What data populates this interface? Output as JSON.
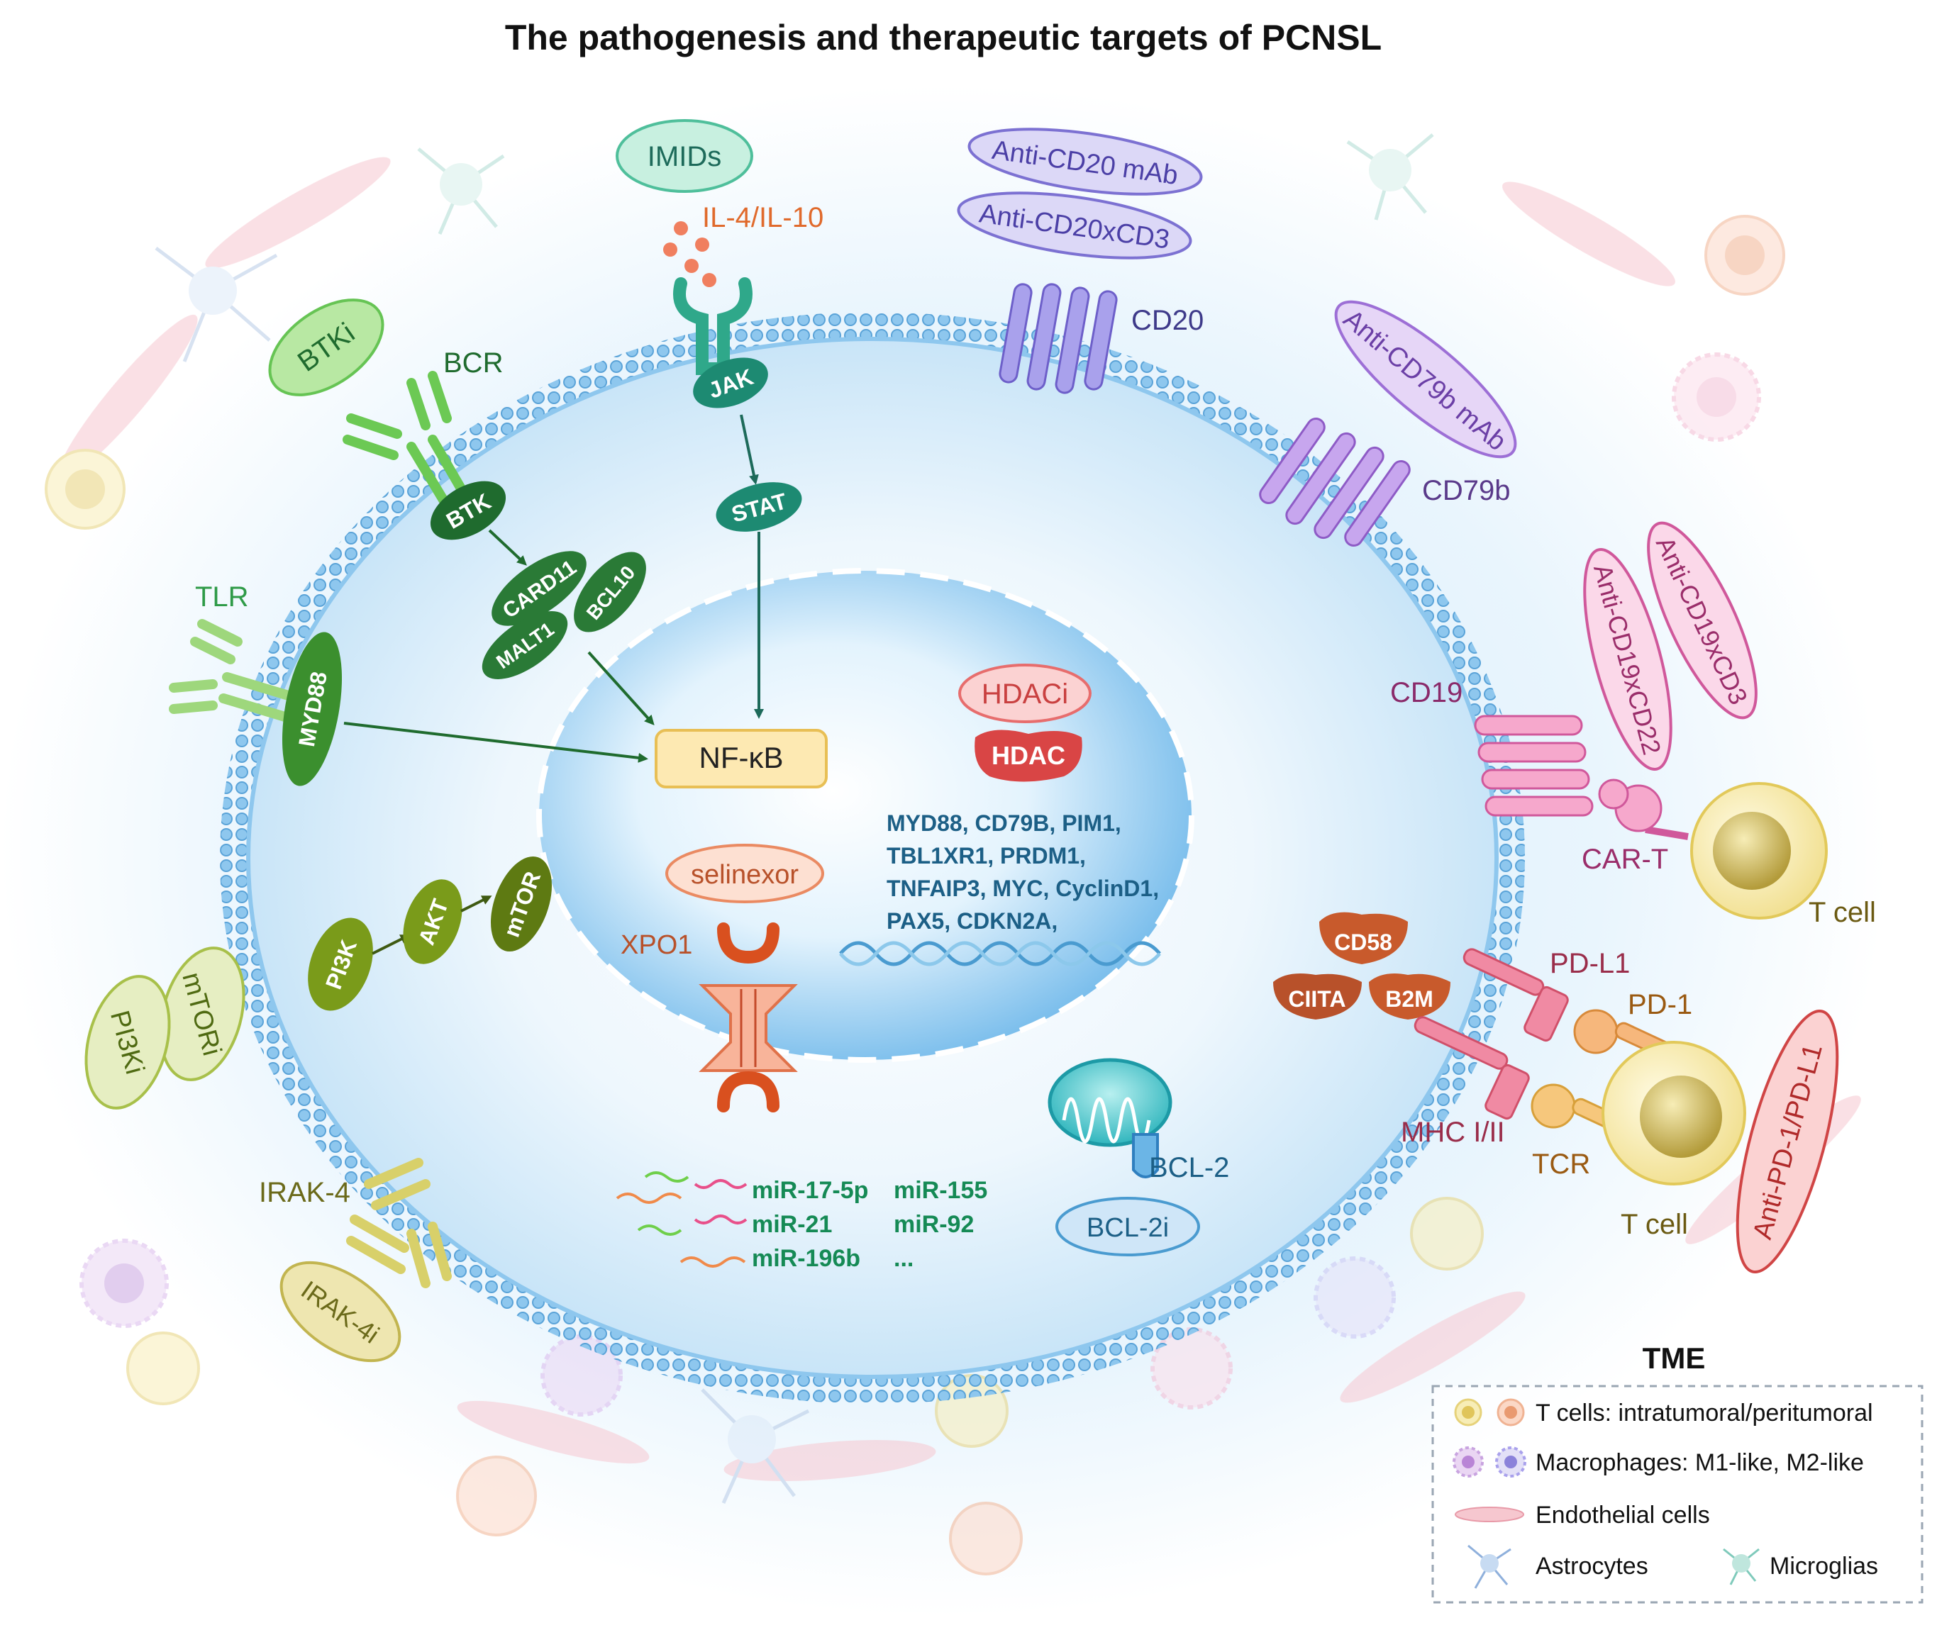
{
  "title": "The pathogenesis and therapeutic targets of PCNSL",
  "colors": {
    "green_dark": "#1f6b2e",
    "green": "#2f9b48",
    "green_light": "#8fd07a",
    "teal": "#1d8a72",
    "olive": "#6b8a1a",
    "olive_light": "#d9e6a6",
    "purple": "#6d5fc9",
    "purple_light": "#c8c3f2",
    "violet": "#8e5bc6",
    "pink": "#d0589b",
    "orange": "#e06a2c",
    "brown": "#b8512a",
    "red": "#d04545",
    "gene_text": "#1c5f86",
    "mirna_text": "#158a55"
  },
  "drugs": {
    "imids": "IMIDs",
    "btki": "BTKi",
    "anti_cd20_mab": "Anti-CD20 mAb",
    "anti_cd20xcd3": "Anti-CD20xCD3",
    "anti_cd79b_mab": "Anti-CD79b mAb",
    "anti_cd19xcd22": "Anti-CD19xCD22",
    "anti_cd19xcd3": "Anti-CD19xCD3",
    "hdaci": "HDACi",
    "selinexor": "selinexor",
    "mtori": "mTORi",
    "pi3ki": "PI3Ki",
    "irak4i": "IRAK-4i",
    "bcl2i": "BCL-2i",
    "anti_pd1_pdl1": "Anti-PD-1/PD-L1"
  },
  "receptors": {
    "il4_il10": "IL-4/IL-10",
    "bcr": "BCR",
    "tlr": "TLR",
    "cd20": "CD20",
    "cd79b": "CD79b",
    "cd19": "CD19",
    "car_t": "CAR-T",
    "pd_l1": "PD-L1",
    "pd_1": "PD-1",
    "mhc": "MHC I/II",
    "tcr": "TCR",
    "irak4": "IRAK-4",
    "bcl2": "BCL-2",
    "xpo1": "XPO1",
    "t_cell_top": "T cell",
    "t_cell_bottom": "T cell"
  },
  "signaling": {
    "jak": "JAK",
    "stat": "STAT",
    "btk": "BTK",
    "card11": "CARD11",
    "malt1": "MALT1",
    "bcl10": "BCL10",
    "myd88": "MYD88",
    "nfkb": "NF-κB",
    "pi3k": "PI3K",
    "akt": "AKT",
    "mtor": "mTOR",
    "hdac": "HDAC",
    "cd58": "CD58",
    "ciita": "CIITA",
    "b2m": "B2M"
  },
  "genes": {
    "line1": "MYD88, CD79B, PIM1,",
    "line2": "TBL1XR1, PRDM1,",
    "line3": "TNFAIP3, MYC, CyclinD1,",
    "line4": "PAX5, CDKN2A,"
  },
  "mirnas": {
    "m1": "miR-17-5p",
    "m2": "miR-155",
    "m3": "miR-21",
    "m4": "miR-92",
    "m5": "miR-196b",
    "m6": "..."
  },
  "legend": {
    "heading": "TME",
    "t_cells": "T cells: intratumoral/peritumoral",
    "macrophages": "Macrophages: M1-like, M2-like",
    "endothelial": "Endothelial cells",
    "astrocytes": "Astrocytes",
    "microglias": "Microglias"
  }
}
